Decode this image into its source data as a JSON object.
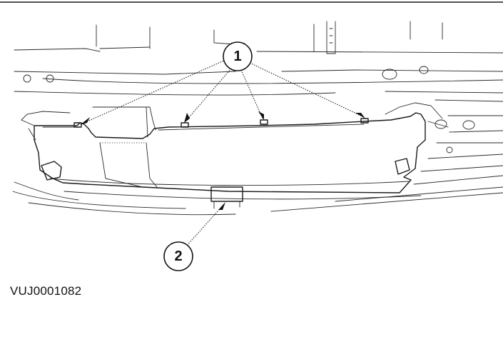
{
  "figure": {
    "code": "VUJ0001082"
  },
  "callouts": [
    {
      "id": "callout-1",
      "number": "1"
    },
    {
      "id": "callout-2",
      "number": "2"
    }
  ]
}
